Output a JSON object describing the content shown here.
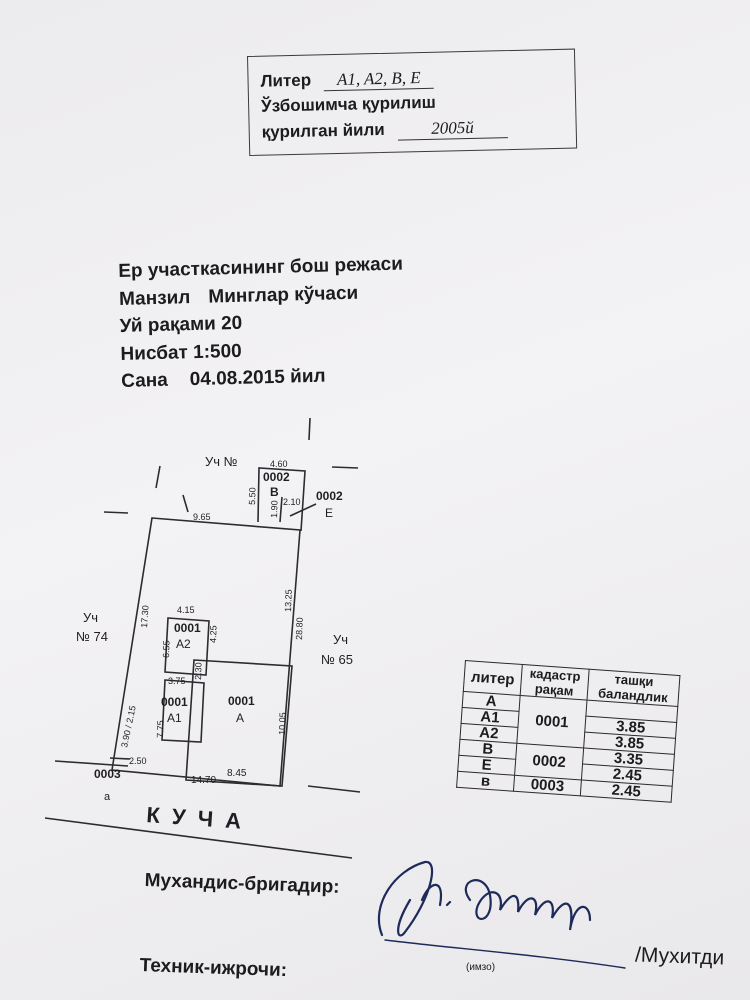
{
  "stamp": {
    "liter_label": "Литер",
    "liter_value": "A1, A2, B, E",
    "extra_line": "Ўзбошимча қурилиш",
    "year_label": "қурилган йили",
    "year_value": "2005й"
  },
  "header": {
    "title": "Ер участкасининг бош режаси",
    "address_label": "Манзил",
    "address_value": "Минглар кўчаси",
    "house_label": "Уй рақами 20",
    "scale_label": "Нисбат 1:500",
    "date_label": "Сана",
    "date_value": "04.08.2015 йил"
  },
  "plan": {
    "uch_no": "Уч №",
    "left_neighbor_1": "Уч",
    "left_neighbor_2": "№ 74",
    "right_neighbor_1": "Уч",
    "right_neighbor_2": "№ 65",
    "street": "К У Ч А",
    "dim_460": "4.60",
    "dim_550": "5.50",
    "dim_190": "1.90",
    "dim_210": "2.10",
    "dim_965": "9.65",
    "dim_1325": "13.25",
    "dim_2880": "28.80",
    "dim_1730": "17.30",
    "dim_415": "4.15",
    "dim_655": "6.55",
    "dim_425": "4.25",
    "dim_230": "2.30",
    "dim_375": "3.75",
    "dim_775": "7.75",
    "dim_390_215": "3.90 / 2.15",
    "dim_250": "2.50",
    "dim_1470": "14.70",
    "dim_845": "8.45",
    "dim_1005": "10.05",
    "b_code": "0002",
    "b_letter": "B",
    "e_code": "0002",
    "e_letter": "E",
    "a2_code": "0001",
    "a2_letter": "A2",
    "a1_code": "0001",
    "a1_letter": "A1",
    "a_code": "0001",
    "a_letter": "A",
    "v_code": "0003",
    "v_letter": "a"
  },
  "table": {
    "headers": [
      "литер",
      "кадастр рақам",
      "ташқи баландлик"
    ],
    "rows": [
      {
        "liter": "A",
        "height": ""
      },
      {
        "liter": "A1",
        "height": "3.85"
      },
      {
        "liter": "A2",
        "height": "3.85"
      },
      {
        "liter": "B",
        "height": "3.35"
      },
      {
        "liter": "E",
        "height": "2.45"
      },
      {
        "liter": "в",
        "height": "2.45"
      }
    ],
    "codes": [
      "0001",
      "0002",
      "0003"
    ]
  },
  "signatures": {
    "engineer_label": "Мухандис-бригадир:",
    "imzo": "(имзо)",
    "engineer_name_tail": "/Мухитди",
    "tech_label": "Техник-ижрочи:"
  }
}
